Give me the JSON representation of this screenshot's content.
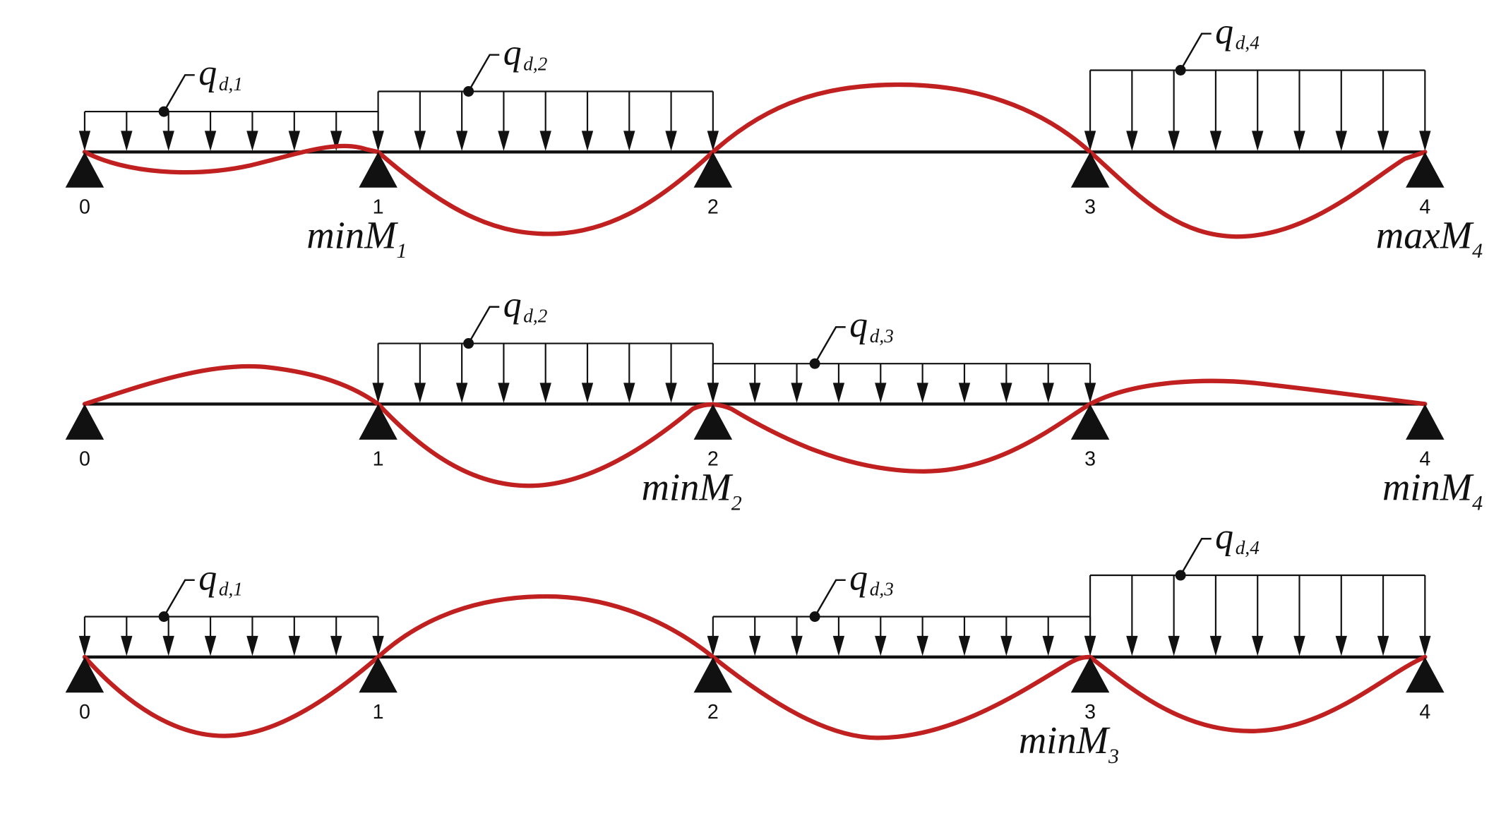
{
  "diagram": {
    "title": "Continuous beam load arrangements for extreme bending moments",
    "colors": {
      "beam": "#111111",
      "moment_curve": "#c0201f",
      "background": "#ffffff"
    },
    "support_labels": [
      "0",
      "1",
      "2",
      "3",
      "4"
    ],
    "rows": [
      {
        "id": "case-1",
        "loads": [
          {
            "span": 0,
            "label": "q",
            "sub": "d,1",
            "intensity_level": 1
          },
          {
            "span": 1,
            "label": "q",
            "sub": "d,2",
            "intensity_level": 2
          },
          {
            "span": 3,
            "label": "q",
            "sub": "d,4",
            "intensity_level": 3
          }
        ],
        "moment_labels": [
          {
            "at_support": 1,
            "text": "minM",
            "sub": "1"
          },
          {
            "at_support": 4,
            "text": "maxM",
            "sub": "4"
          }
        ]
      },
      {
        "id": "case-2",
        "loads": [
          {
            "span": 1,
            "label": "q",
            "sub": "d,2",
            "intensity_level": 2
          },
          {
            "span": 2,
            "label": "q",
            "sub": "d,3",
            "intensity_level": 1
          }
        ],
        "moment_labels": [
          {
            "at_support": 2,
            "text": "minM",
            "sub": "2"
          },
          {
            "at_support": 4,
            "text": "minM",
            "sub": "4"
          }
        ]
      },
      {
        "id": "case-3",
        "loads": [
          {
            "span": 0,
            "label": "q",
            "sub": "d,1",
            "intensity_level": 1
          },
          {
            "span": 2,
            "label": "q",
            "sub": "d,3",
            "intensity_level": 1
          },
          {
            "span": 3,
            "label": "q",
            "sub": "d,4",
            "intensity_level": 3
          }
        ],
        "moment_labels": [
          {
            "at_support": 3,
            "text": "minM",
            "sub": "3"
          }
        ]
      }
    ]
  }
}
